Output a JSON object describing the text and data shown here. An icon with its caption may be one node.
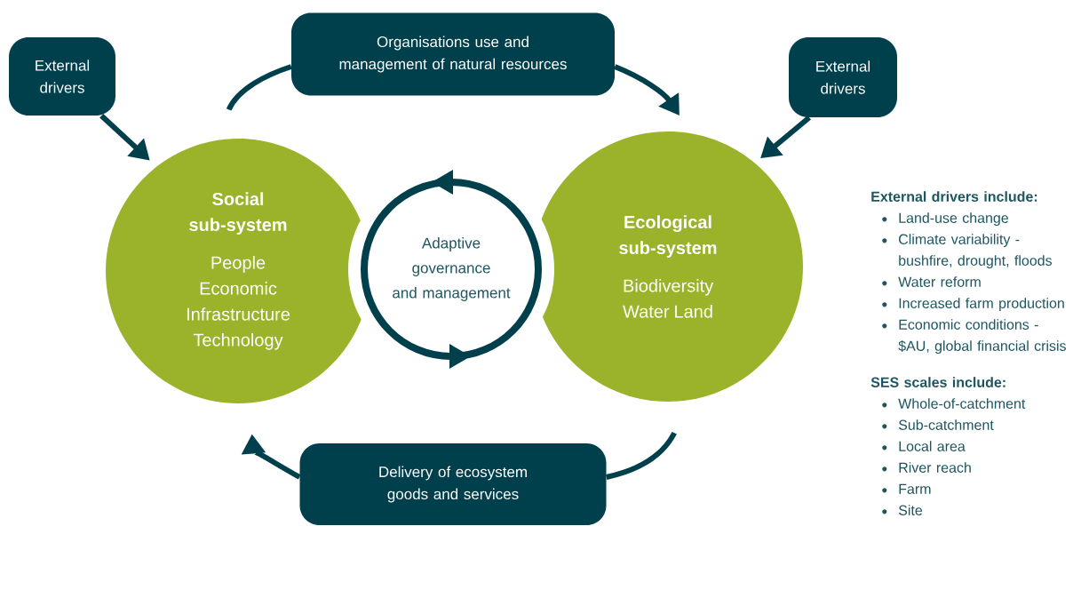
{
  "diagram": {
    "nodes": [
      {
        "text": [
          "External drivers"
        ]
      },
      {
        "text": [
          "Organisations use and management of natural resources"
        ]
      },
      {
        "text": [
          "External drivers"
        ]
      },
      {
        "text": [
          "Social sub-system",
          "People Economic Infrastructure Technology"
        ]
      },
      {
        "text": [
          "Adaptive governance and management"
        ]
      },
      {
        "text": [
          "Ecological sub-system",
          "Biodiversity Water Land"
        ]
      },
      {
        "text": [
          "Delivery of ecosystem goods and services"
        ]
      }
    ],
    "edges": [
      {
        "from": 0,
        "to": 3,
        "arrow": "to"
      },
      {
        "from": 3,
        "to": 1,
        "arrow": "none"
      },
      {
        "from": 1,
        "to": 5,
        "arrow": "to"
      },
      {
        "from": 2,
        "to": 5,
        "arrow": "to"
      },
      {
        "from": 5,
        "to": 6,
        "arrow": "none"
      },
      {
        "from": 6,
        "to": 3,
        "arrow": "to"
      }
    ],
    "labels": [
      "External drivers include:",
      "Land-use change",
      "Climate variability - bushfire, drought, floods",
      "Water reform",
      "Increased farm production",
      "Economic conditions - $AU, global financial crisis",
      "SES scales include:",
      "Whole-of-catchment",
      "Sub-catchment",
      "Local area",
      "River reach",
      "Farm",
      "Site"
    ]
  }
}
